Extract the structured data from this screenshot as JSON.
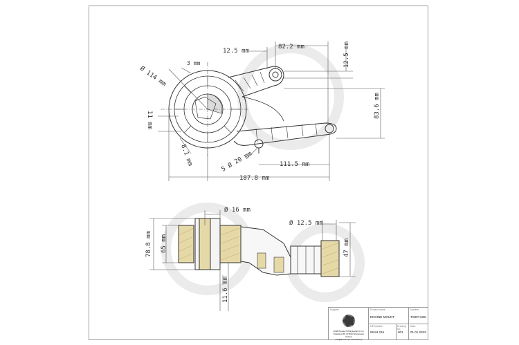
{
  "dimensions": {
    "d_82_2": "82.2 mm",
    "d_12_5_top": "12.5 mm",
    "d_12_5_right": "12.5 mm",
    "d_114": "Ø 114 mm",
    "d_3": "3 mm",
    "d_11": "11 mm",
    "d_8_1": "8.1 mm",
    "d_5x20": "5 Ø 20 mm",
    "d_83_6": "83.6 mm",
    "d_111_5": "111.5 mm",
    "d_187_8": "187.8 mm",
    "d_16": "Ø 16 mm",
    "d_12_5_hole": "Ø 12.5 mm",
    "d_47": "47 mm",
    "d_78_8": "78.8 mm",
    "d_65": "65 mm",
    "d_11_6": "11.6 mm"
  },
  "title_block": {
    "supplier_label": "Supplier",
    "company": "DAM-Wojciech Wiśniewski S.K.A.",
    "address": "Opacalna 85, 87-860 Wieniewski, Poland",
    "contact": "info@dam-ks.pl, www.dam.pl",
    "product_name_label": "Product name",
    "product_name": "ENGINE MOUNT",
    "number_label": "Number",
    "number": "TS09Y1SB",
    "oe_label": "OE Number",
    "oe": "06.84.216",
    "drawing_label": "Drawing No",
    "drawing": "001",
    "date_label": "Date",
    "date": "01.01.2023"
  },
  "colors": {
    "line": "#333333",
    "dim_line": "#555555",
    "rubber": "#e6d9a8",
    "watermark": "#e9e9e9"
  }
}
